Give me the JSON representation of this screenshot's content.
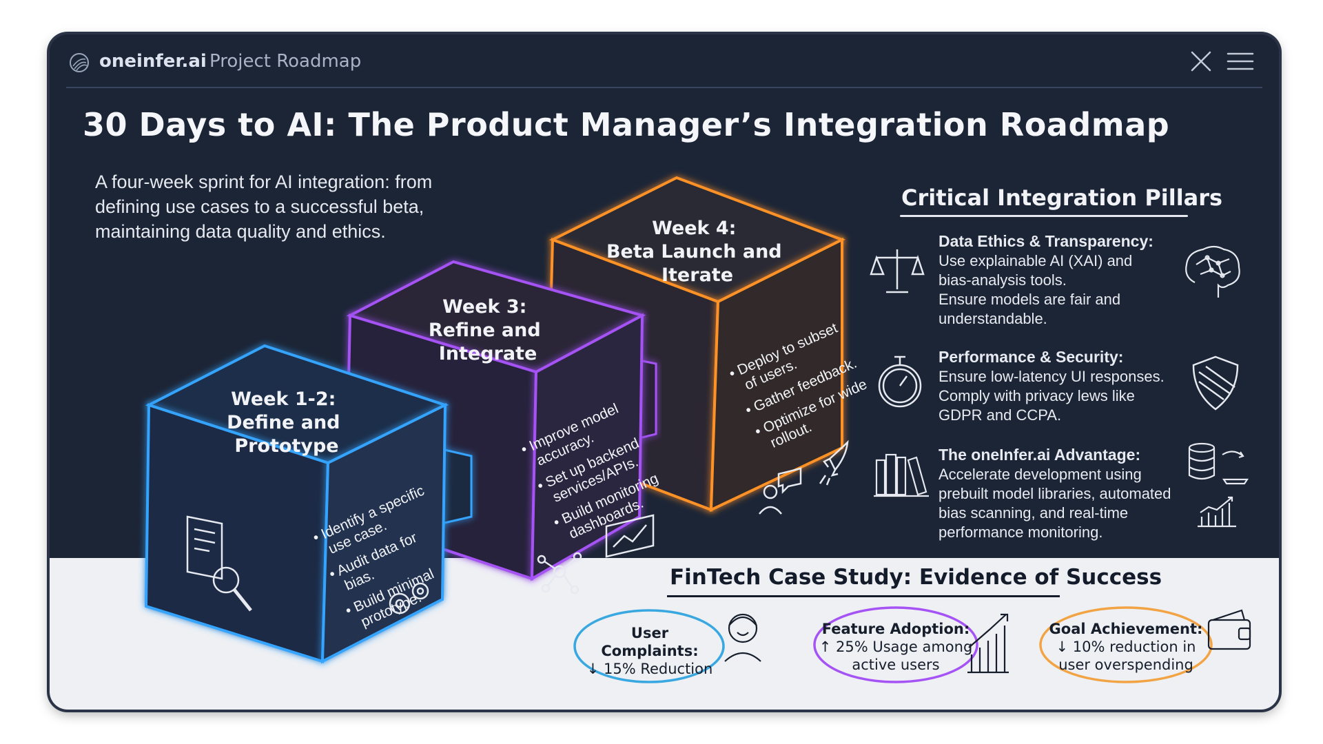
{
  "titlebar": {
    "brand": "oneinfer.ai",
    "app_title": "Project Roadmap"
  },
  "title": "30 Days to AI: The Product Manager’s Integration Roadmap",
  "intro": "A four-week sprint for AI integration: from defining use cases to a successful beta, maintaining data quality and ethics.",
  "weeks": [
    {
      "title_lines": [
        "Week 1-2:",
        "Define and",
        "Prototype"
      ],
      "color": "#34a4ff",
      "tasks": [
        [
          "• Identify a specific",
          "use case."
        ],
        [
          "• Audit data for",
          "bias."
        ],
        [
          "• Build minimal",
          "prototype."
        ]
      ],
      "icons": [
        "document-search-icon",
        "gears-icon"
      ]
    },
    {
      "title_lines": [
        "Week 3:",
        "Refine and",
        "Integrate"
      ],
      "color": "#a553f5",
      "tasks": [
        [
          "• Improve model",
          "accuracy."
        ],
        [
          "• Set up backend",
          "services/APIs."
        ],
        [
          "• Build monitoring",
          "dashboards."
        ]
      ],
      "icons": [
        "network-nodes-icon",
        "dashboard-chart-icon"
      ]
    },
    {
      "title_lines": [
        "Week 4:",
        "Beta Launch and",
        "Iterate"
      ],
      "color": "#ff9228",
      "tasks": [
        [
          "• Deploy to subset",
          "of users."
        ],
        [
          "• Gather feedback."
        ],
        [
          "• Optimize for wide",
          "rollout."
        ]
      ],
      "icons": [
        "user-feedback-icon",
        "rocket-icon"
      ]
    }
  ],
  "pillars": {
    "heading": "Critical Integration Pillars",
    "items": [
      {
        "heading": "Data Ethics & Transparency",
        "lines": [
          "Use explainable AI (XAI) and",
          "bias-analysis tools.",
          "Ensure models are fair and",
          "understandable."
        ],
        "icons": [
          "scales-icon",
          "brain-network-icon"
        ]
      },
      {
        "heading": "Performance & Security",
        "lines": [
          "Ensure low-latency UI responses.",
          "Comply with privacy lews like",
          "GDPR and CCPA."
        ],
        "icons": [
          "stopwatch-icon",
          "shield-icon"
        ]
      },
      {
        "heading": "The oneInfer.ai Advantage",
        "lines": [
          "Accelerate development using",
          "prebuilt model libraries, automated",
          "bias scanning, and real-time",
          "performance monitoring."
        ],
        "icons": [
          "books-icon",
          "database-sync-icon",
          "bar-chart-icon"
        ]
      }
    ]
  },
  "case_study": {
    "heading": "FinTech Case Study: Evidence of Success",
    "metrics": [
      {
        "label": "User Complaints:",
        "arrow": "↓",
        "value_lines": [
          "15% Reduction"
        ],
        "color": "#3aa8e0",
        "icon": "person-avatar-icon"
      },
      {
        "label": "Feature Adoption:",
        "arrow": "↑",
        "value_lines": [
          "25% Usage among",
          "active users"
        ],
        "color": "#a553f5",
        "icon": "growth-chart-icon"
      },
      {
        "label": "Goal Achievement:",
        "arrow": "↓",
        "value_lines": [
          "10% reduction in",
          "user overspending"
        ],
        "color": "#f2a444",
        "icon": "wallet-icon"
      }
    ]
  }
}
